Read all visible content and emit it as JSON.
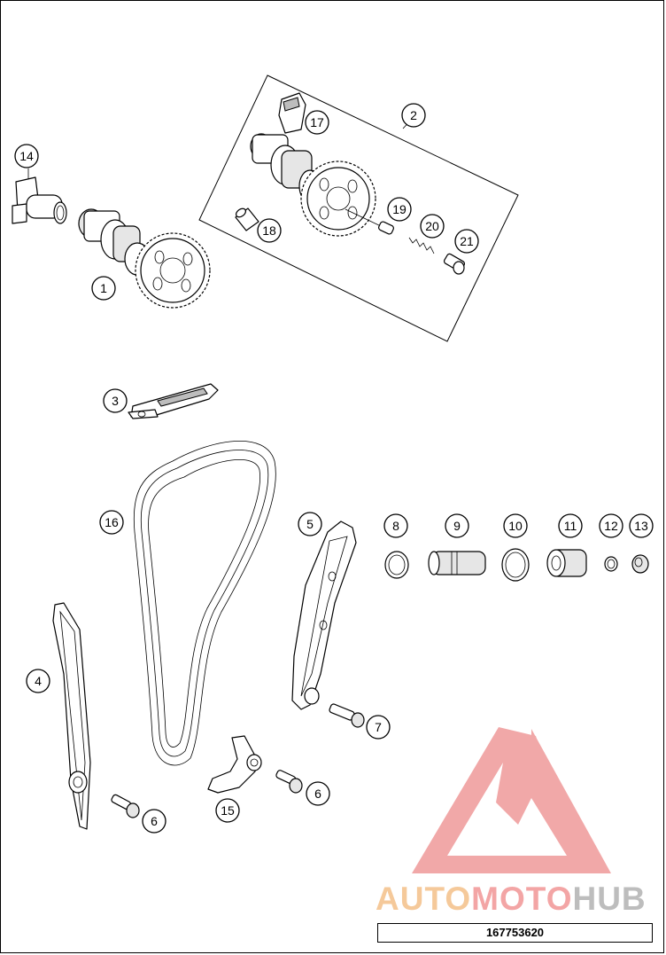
{
  "diagram_code": "167753620",
  "watermark": {
    "word_1": "AUTO",
    "word_2": "MOTO",
    "word_3": "HUB",
    "colors": {
      "auto": "#f5c99a",
      "moto": "#f3a5a5",
      "hub": "#bdbdbd",
      "logo_mark": "#ef9a9a"
    }
  },
  "callouts": [
    {
      "id": "c1",
      "label": "1"
    },
    {
      "id": "c2",
      "label": "2"
    },
    {
      "id": "c3",
      "label": "3"
    },
    {
      "id": "c4",
      "label": "4"
    },
    {
      "id": "c5",
      "label": "5"
    },
    {
      "id": "c6a",
      "label": "6"
    },
    {
      "id": "c6b",
      "label": "6"
    },
    {
      "id": "c7",
      "label": "7"
    },
    {
      "id": "c8",
      "label": "8"
    },
    {
      "id": "c9",
      "label": "9"
    },
    {
      "id": "c10",
      "label": "10"
    },
    {
      "id": "c11",
      "label": "11"
    },
    {
      "id": "c12",
      "label": "12"
    },
    {
      "id": "c13",
      "label": "13"
    },
    {
      "id": "c14",
      "label": "14"
    },
    {
      "id": "c15",
      "label": "15"
    },
    {
      "id": "c16",
      "label": "16"
    },
    {
      "id": "c17",
      "label": "17"
    },
    {
      "id": "c18",
      "label": "18"
    },
    {
      "id": "c19",
      "label": "19"
    },
    {
      "id": "c20",
      "label": "20"
    },
    {
      "id": "c21",
      "label": "21"
    }
  ]
}
